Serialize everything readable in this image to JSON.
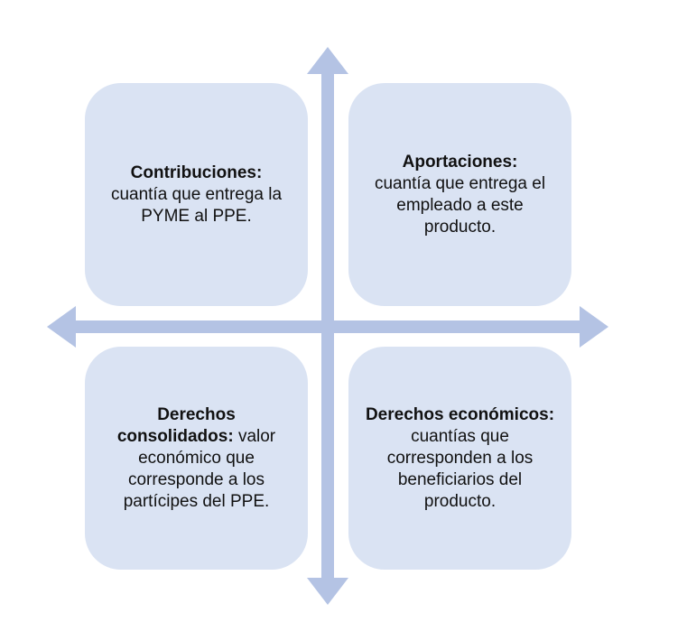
{
  "diagram": {
    "colors": {
      "box_fill": "#dae3f3",
      "axis": "#b4c3e4",
      "text": "#111111"
    },
    "quadrants": [
      {
        "id": "top-left",
        "term": "Contribuciones:",
        "description": "cuantía que entrega la PYME al PPE."
      },
      {
        "id": "top-right",
        "term": "Aportaciones:",
        "description": "cuantía que entrega el empleado a este producto."
      },
      {
        "id": "bottom-left",
        "term": "Derechos consolidados:",
        "description": "valor económico que corresponde a los partícipes del PPE."
      },
      {
        "id": "bottom-right",
        "term": "Derechos económicos:",
        "description": "cuantías que corresponden a los beneficiarios del producto."
      }
    ]
  }
}
